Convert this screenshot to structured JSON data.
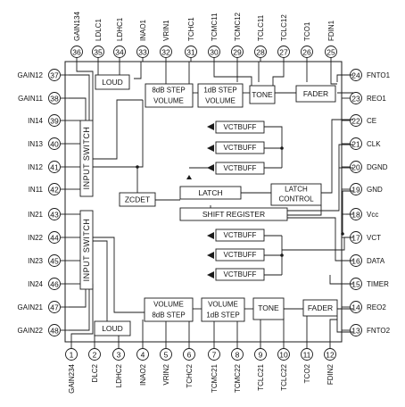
{
  "colors": {
    "line": "#1a1a1a",
    "background": "#ffffff"
  },
  "pins": {
    "top": [
      {
        "num": "36",
        "name": "GAIN134"
      },
      {
        "num": "35",
        "name": "LDLC1"
      },
      {
        "num": "34",
        "name": "LDHC1"
      },
      {
        "num": "33",
        "name": "INAO1"
      },
      {
        "num": "32",
        "name": "VRIN1"
      },
      {
        "num": "31",
        "name": "TCHC1"
      },
      {
        "num": "30",
        "name": "TCMC11"
      },
      {
        "num": "29",
        "name": "TCMC12"
      },
      {
        "num": "28",
        "name": "TCLC11"
      },
      {
        "num": "27",
        "name": "TCLC12"
      },
      {
        "num": "26",
        "name": "TCO1"
      },
      {
        "num": "25",
        "name": "FDIN1"
      }
    ],
    "bottom": [
      {
        "num": "1",
        "name": "GAIN234"
      },
      {
        "num": "2",
        "name": "DLC2"
      },
      {
        "num": "3",
        "name": "LDHC2"
      },
      {
        "num": "4",
        "name": "INAO2"
      },
      {
        "num": "5",
        "name": "VRIN2"
      },
      {
        "num": "6",
        "name": "TCHC2"
      },
      {
        "num": "7",
        "name": "TCMC21"
      },
      {
        "num": "8",
        "name": "TCMC22"
      },
      {
        "num": "9",
        "name": "TCLC21"
      },
      {
        "num": "10",
        "name": "TCLC22"
      },
      {
        "num": "11",
        "name": "TCO2"
      },
      {
        "num": "12",
        "name": "FDIN2"
      }
    ],
    "left": [
      {
        "num": "37",
        "name": "GAIN12"
      },
      {
        "num": "38",
        "name": "GAIN11"
      },
      {
        "num": "39",
        "name": "IN14"
      },
      {
        "num": "40",
        "name": "IN13"
      },
      {
        "num": "41",
        "name": "IN12"
      },
      {
        "num": "42",
        "name": "IN11"
      },
      {
        "num": "43",
        "name": "IN21"
      },
      {
        "num": "44",
        "name": "IN22"
      },
      {
        "num": "45",
        "name": "IN23"
      },
      {
        "num": "46",
        "name": "IN24"
      },
      {
        "num": "47",
        "name": "GAIN21"
      },
      {
        "num": "48",
        "name": "GAIN22"
      }
    ],
    "right": [
      {
        "num": "24",
        "name": "FNTO1"
      },
      {
        "num": "23",
        "name": "REO1"
      },
      {
        "num": "22",
        "name": "CE"
      },
      {
        "num": "21",
        "name": "CLK"
      },
      {
        "num": "20",
        "name": "DGND"
      },
      {
        "num": "19",
        "name": "GND"
      },
      {
        "num": "18",
        "name": "Vcc"
      },
      {
        "num": "17",
        "name": "VCT"
      },
      {
        "num": "16",
        "name": "DATA"
      },
      {
        "num": "15",
        "name": "TIMER"
      },
      {
        "num": "14",
        "name": "REO2"
      },
      {
        "num": "13",
        "name": "FNTO2"
      }
    ]
  },
  "blocks": {
    "loud_top": "LOUD",
    "loud_bottom": "LOUD",
    "vol8_top": [
      "8dB STEP",
      "VOLUME"
    ],
    "vol1_top": [
      "1dB STEP",
      "VOLUME"
    ],
    "vol8_bottom": [
      "VOLUME",
      "8dB STEP"
    ],
    "vol1_bottom": [
      "VOLUME",
      "1dB STEP"
    ],
    "tone_top": "TONE",
    "tone_bottom": "TONE",
    "fader_top": "FADER",
    "fader_bottom": "FADER",
    "input_switch_top": "INPUT SWITCH",
    "input_switch_bottom": "INPUT SWITCH",
    "zcdet": "ZCDET",
    "latch": "LATCH",
    "latch_control": [
      "LATCH",
      "CONTROL"
    ],
    "shift_register": "SHIFT REGISTER",
    "vctbuff": "VCTBUFF"
  }
}
